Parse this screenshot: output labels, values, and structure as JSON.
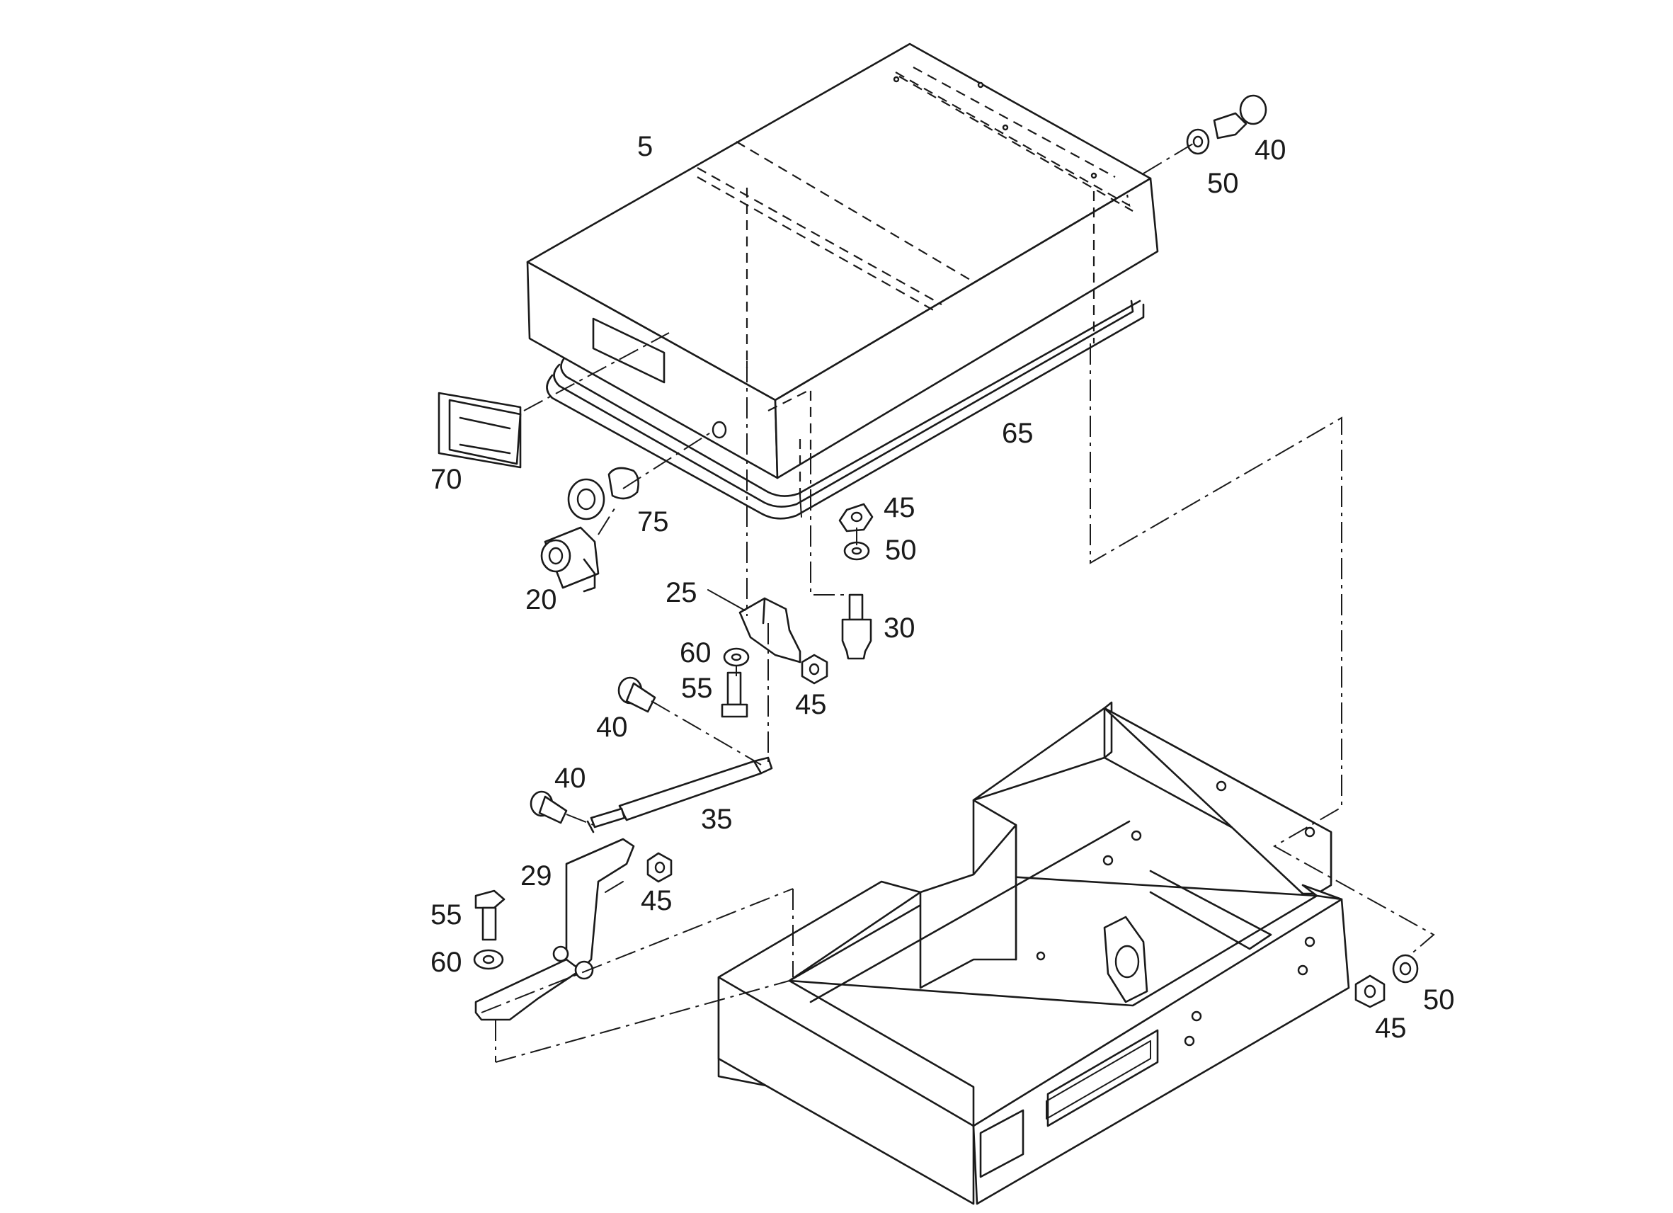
{
  "diagram": {
    "type": "exploded-parts-view",
    "callouts": [
      {
        "id": "lid",
        "text": "5"
      },
      {
        "id": "latch-lock",
        "text": "20"
      },
      {
        "id": "hinge-bracket",
        "text": "25"
      },
      {
        "id": "lower-bracket",
        "text": "29"
      },
      {
        "id": "striker",
        "text": "30"
      },
      {
        "id": "gas-strut",
        "text": "35"
      },
      {
        "id": "cap-screw-top",
        "text": "40"
      },
      {
        "id": "cap-screw-mid",
        "text": "40"
      },
      {
        "id": "cap-screw-strut",
        "text": "40"
      },
      {
        "id": "nut-striker",
        "text": "45"
      },
      {
        "id": "nut-hinge",
        "text": "45"
      },
      {
        "id": "nut-bracket",
        "text": "45"
      },
      {
        "id": "nut-base",
        "text": "45"
      },
      {
        "id": "washer-top",
        "text": "50"
      },
      {
        "id": "washer-striker",
        "text": "50"
      },
      {
        "id": "washer-base",
        "text": "50"
      },
      {
        "id": "bolt-hinge",
        "text": "55"
      },
      {
        "id": "bolt-bracket",
        "text": "55"
      },
      {
        "id": "washer-hinge",
        "text": "60"
      },
      {
        "id": "washer-bracket",
        "text": "60"
      },
      {
        "id": "seal",
        "text": "65"
      },
      {
        "id": "handle",
        "text": "70"
      },
      {
        "id": "cam",
        "text": "75"
      }
    ]
  }
}
